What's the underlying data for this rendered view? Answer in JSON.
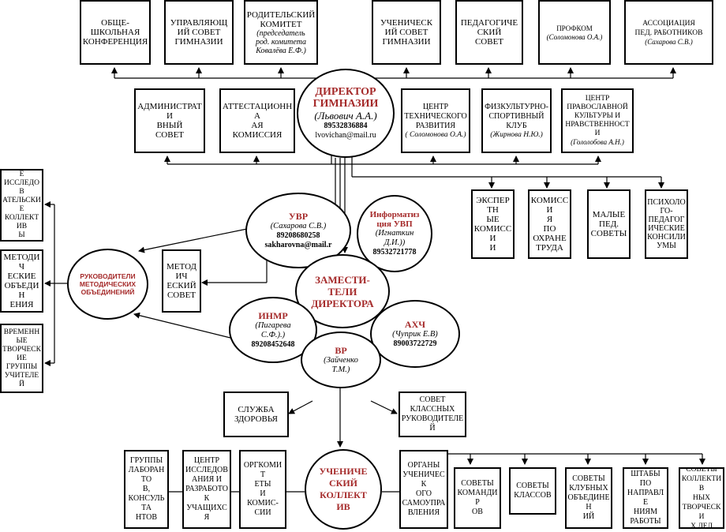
{
  "top_boxes": [
    {
      "name": "obshcheshkolnaya-konferentsiya",
      "title": "ОБЩЕ-\nШКОЛЬНАЯ\nКОНФЕРЕНЦИЯ",
      "sub": ""
    },
    {
      "name": "upravlyayushchiy-sovet",
      "title": "УПРАВЛЯЮЩ\nИЙ СОВЕТ\nГИМНАЗИИ",
      "sub": ""
    },
    {
      "name": "roditelskiy-komitet",
      "title": "РОДИТЕЛЬСКИЙ\nКОМИТЕТ",
      "sub": "(председатель\nрод. комитета\nКовалёва Е.Ф.)"
    },
    {
      "name": "uchenicheskiy-sovet",
      "title": "УЧЕНИЧЕСК\nИЙ СОВЕТ\nГИМНАЗИИ",
      "sub": ""
    },
    {
      "name": "pedagogicheskiy-sovet",
      "title": "ПЕДАГОГИЧЕ\nСКИЙ\nСОВЕТ",
      "sub": ""
    },
    {
      "name": "profkom",
      "title": "ПРОФКОМ",
      "sub": "(Соломонова О.А.)"
    },
    {
      "name": "assotsiatsiya-ped-rabotnikov",
      "title": "АССОЦИАЦИЯ\nПЕД. РАБОТНИКОВ",
      "sub": "(Сахарова С.В.)"
    }
  ],
  "mid_boxes": [
    {
      "name": "administrativnyy-sovet",
      "title": "АДМИНИСТРАТИ\nВНЫЙ\nСОВЕТ",
      "sub": ""
    },
    {
      "name": "attestatsionnaya-komissiya",
      "title": "АТТЕСТАЦИОННА\nАЯ\nКОМИССИЯ",
      "sub": ""
    },
    {
      "name": "tsentr-tekhnicheskogo-razvitiya",
      "title": "ЦЕНТР\nТЕХНИЧЕСКОГО\nРАЗВИТИЯ",
      "sub": "( Соломонова О.А.)"
    },
    {
      "name": "fizkulturno-sportivnyy-klub",
      "title": "ФИЗКУЛЬТУРНО-\nСПОРТИВНЫЙ\nКЛУБ",
      "sub": "(Жирнова Н.Ю.)"
    },
    {
      "name": "tsentr-pravoslavnoy-kultury",
      "title": "ЦЕНТР\nПРАВОСЛАВНОЙ\nКУЛЬТУРЫ И\nНРАВСТВЕННОСТИ",
      "sub": "(Гололобова А.Н.)"
    }
  ],
  "right_boxes": [
    {
      "name": "ekspertnye-komissii",
      "title": "ЭКСПЕРТН\nЫЕ\nКОМИССИ\nИ"
    },
    {
      "name": "komissiya-po-okhrane-truda",
      "title": "КОМИССИ\nЯ\nПО\nОХРАНЕ\nТРУДА"
    },
    {
      "name": "malye-ped-sovety",
      "title": "МАЛЫЕ\nПЕД.\nСОВЕТЫ"
    },
    {
      "name": "psikhologo-pedagogicheskie-konsiliumy",
      "title": "ПСИХОЛО\nГО-\nПЕДАГОГ\nИЧЕСКИЕ\nКОНСИЛИ\nУМЫ"
    }
  ],
  "left_boxes": [
    {
      "name": "vremennye-issledovatelskie-kollektivy",
      "title": "ВРЕМЕННЫ\nЕ\nИССЛЕДОВ\nАТЕЛЬСКИЕ\nКОЛЛЕКТИВ\nЫ\nУЧИТЕЛЕЙ"
    },
    {
      "name": "metodicheskie-obedineniya",
      "title": "МЕТОДИЧ\nЕСКИЕ\nОБЪЕДИН\nЕНИЯ"
    },
    {
      "name": "vremennye-tvorcheskie-gruppy",
      "title": "ВРЕМЕНН\nЫЕ\nТВОРЧЕСК\nИЕ\nГРУППЫ\nУЧИТЕЛЕЙ"
    }
  ],
  "metodicheskiy_sovet": {
    "title": "МЕТОДИЧ\nЕСКИЙ\nСОВЕТ"
  },
  "sluzhba_zdorovya": {
    "title": "СЛУЖБА\nЗДОРОВЬЯ"
  },
  "sovet_klassnykh_rukovoditeley": {
    "title": "СОВЕТ\nКЛАССНЫХ\nРУКОВОДИТЕЛЕЙ"
  },
  "bottom_left_boxes": [
    {
      "name": "gruppy-laborantov",
      "title": "ГРУППЫ\nЛАБОРАНТО\nВ,\nКОНСУЛЬТА\nНТОВ"
    },
    {
      "name": "tsentr-issledovaniya",
      "title": "ЦЕНТР\nИССЛЕДОВ\nАНИЯ И\nРАЗРАБОТО\nК\nУЧАЩИХСЯ"
    },
    {
      "name": "orgkomitety-i-komissii",
      "title": "ОРГКОМИТ\nЕТЫ\nИ\nКОМИС-\nСИИ"
    }
  ],
  "organy_samoupravleniya": {
    "title": "ОРГАНЫ\nУЧЕНИЧЕСК\nОГО\nСАМОУПРА\nВЛЕНИЯ"
  },
  "bottom_right_boxes": [
    {
      "name": "sovety-komandirov",
      "title": "СОВЕТЫ\nКОМАНДИР\nОВ"
    },
    {
      "name": "sovety-klassov",
      "title": "СОВЕТЫ\nКЛАССОВ"
    },
    {
      "name": "sovety-klubnykh-obedineniy",
      "title": "СОВЕТЫ\nКЛУБНЫХ\nОБЪЕДИНЕН\nИЙ"
    },
    {
      "name": "shtaby-po-napravleniyam",
      "title": "ШТАБЫ\nПО\nНАПРАВЛЕ\nНИЯМ\nРАБОТЫ"
    },
    {
      "name": "sovety-kollektivnykh-tvorcheskikh-del",
      "title": "СОВЕТЫ\nКОЛЛЕКТИВ\nНЫХ\nТВОРЧЕСКИ\nХ ДЕЛ"
    }
  ],
  "circles": {
    "director": {
      "title": "ДИРЕКТОР\nГИМНАЗИИ",
      "sub": "(Львович А.А.)",
      "phone": "89532836884",
      "email": "lvovichan@mail.ru"
    },
    "uvr": {
      "title": "УВР",
      "sub": "(Сахарова С.В.)",
      "phone": "89208680258",
      "email": "sakharovna@mail.r"
    },
    "informatizatsiya": {
      "title": "Информатиз\nция УВП",
      "sub": "(Игнаткин\nД.И.))",
      "phone": "89532721778"
    },
    "rukovoditeli_mo": {
      "title": "РУКОВОДИТЕЛИ\nМЕТОДИЧЕСКИХ\nОБЪЕДИНЕНИЙ"
    },
    "zamestiteli": {
      "title": "ЗАМЕСТИ-\nТЕЛИ\nДИРЕКТОРА"
    },
    "inmr": {
      "title": "ИНМР",
      "sub": "(Пигарева\nС.Ф.).)",
      "phone": "89208452648"
    },
    "akhch": {
      "title": "АХЧ",
      "sub": "(Чуприк Е.В)",
      "phone": "89003722729"
    },
    "vr": {
      "title": "ВР",
      "sub": "(Зайченко\nТ.М.)"
    },
    "uchenicheskiy_kollektiv": {
      "title": "УЧЕНИЧЕ\nСКИЙ\nКОЛЛЕКТ\nИВ"
    }
  }
}
